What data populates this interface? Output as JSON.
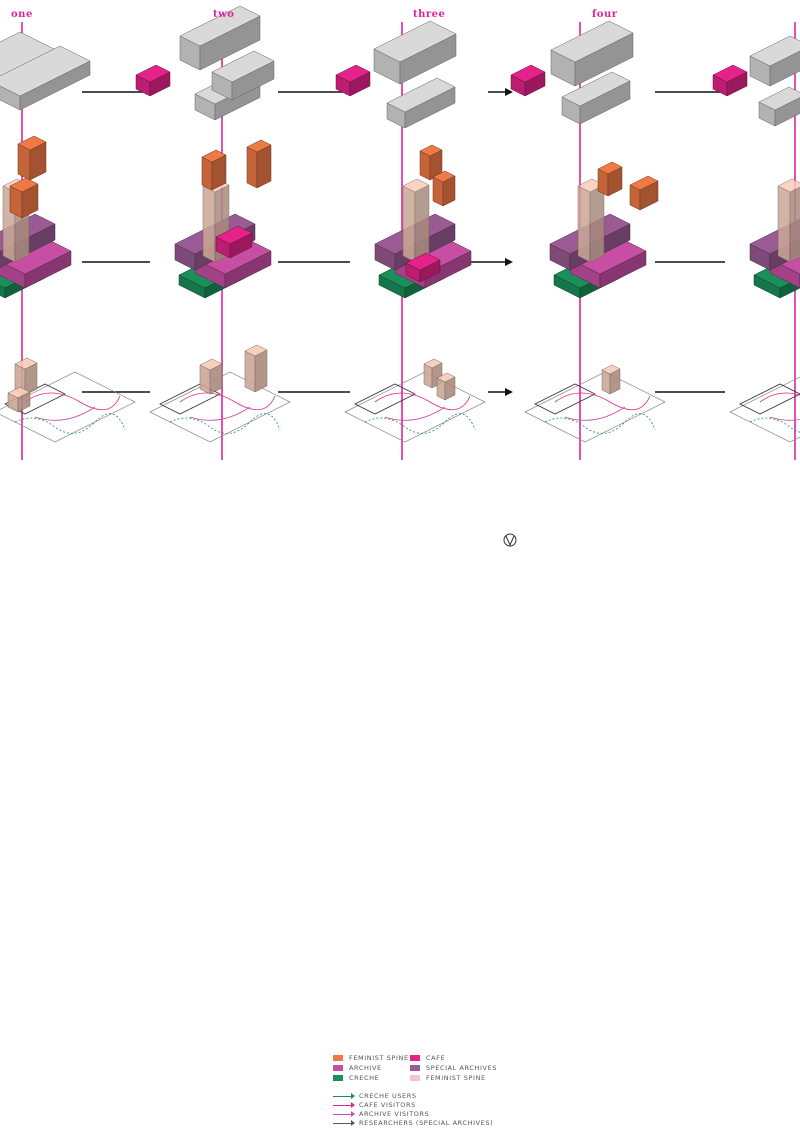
{
  "stages": [
    "one",
    "two",
    "three",
    "four"
  ],
  "legend": {
    "blocks": [
      {
        "label": "FEMINIST SPINE",
        "color": "#f07a45"
      },
      {
        "label": "CAFE",
        "color": "#e4238a"
      },
      {
        "label": "ARCHIVE",
        "color": "#c64fa3"
      },
      {
        "label": "SPECIAL ARCHIVES",
        "color": "#9a5b94"
      },
      {
        "label": "CRECHE",
        "color": "#1b8f5a"
      },
      {
        "label": "FEMINIST SPINE",
        "color": "#f3c2df"
      }
    ],
    "routes": [
      {
        "label": "CRECHE USERS",
        "color": "#1b8f5a"
      },
      {
        "label": "CAFE VISITORS",
        "color": "#e4238a"
      },
      {
        "label": "ARCHIVE VISITORS",
        "color": "#c64fa3"
      },
      {
        "label": "RESEARCHERS (SPECIAL ARCHIVES)",
        "color": "#5a5a5a"
      }
    ]
  },
  "colors": {
    "accent_line": "#e0259a",
    "massing": "#d9d9d9",
    "spine": "#f07a45",
    "spine_glass": "#f8cdb8",
    "cafe": "#e4238a",
    "archive": "#c64fa3",
    "special_archive": "#9a5b94",
    "creche": "#1b8f5a"
  },
  "north_icon": "north-arrow-icon"
}
